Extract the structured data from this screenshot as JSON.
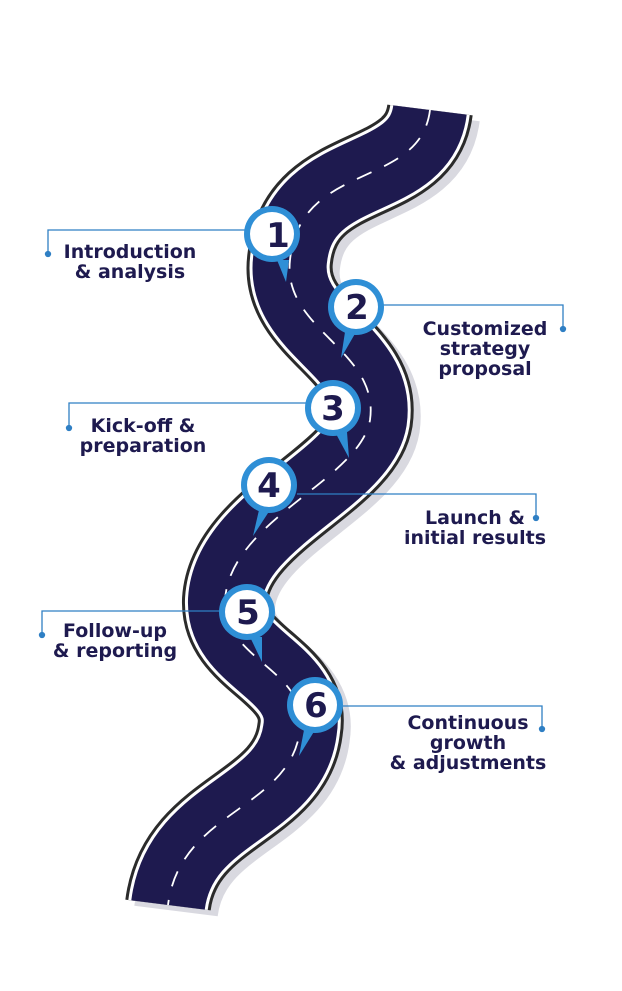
{
  "colors": {
    "road": "#1e1a4f",
    "road_edge": "#ffffff",
    "road_outline": "#2b2b2b",
    "marker_ring": "#2f8fd6",
    "marker_fill": "#ffffff",
    "marker_pin": "#2f8fd6",
    "label_text": "#1e1a4f",
    "connector": "#2f7fc4"
  },
  "steps": [
    {
      "number": "1",
      "label": "Introduction\n& analysis"
    },
    {
      "number": "2",
      "label": "Customized\nstrategy\nproposal"
    },
    {
      "number": "3",
      "label": "Kick-off &\npreparation"
    },
    {
      "number": "4",
      "label": "Launch &\ninitial results"
    },
    {
      "number": "5",
      "label": "Follow-up\n& reporting"
    },
    {
      "number": "6",
      "label": "Continuous\ngrowth\n& adjustments"
    }
  ]
}
